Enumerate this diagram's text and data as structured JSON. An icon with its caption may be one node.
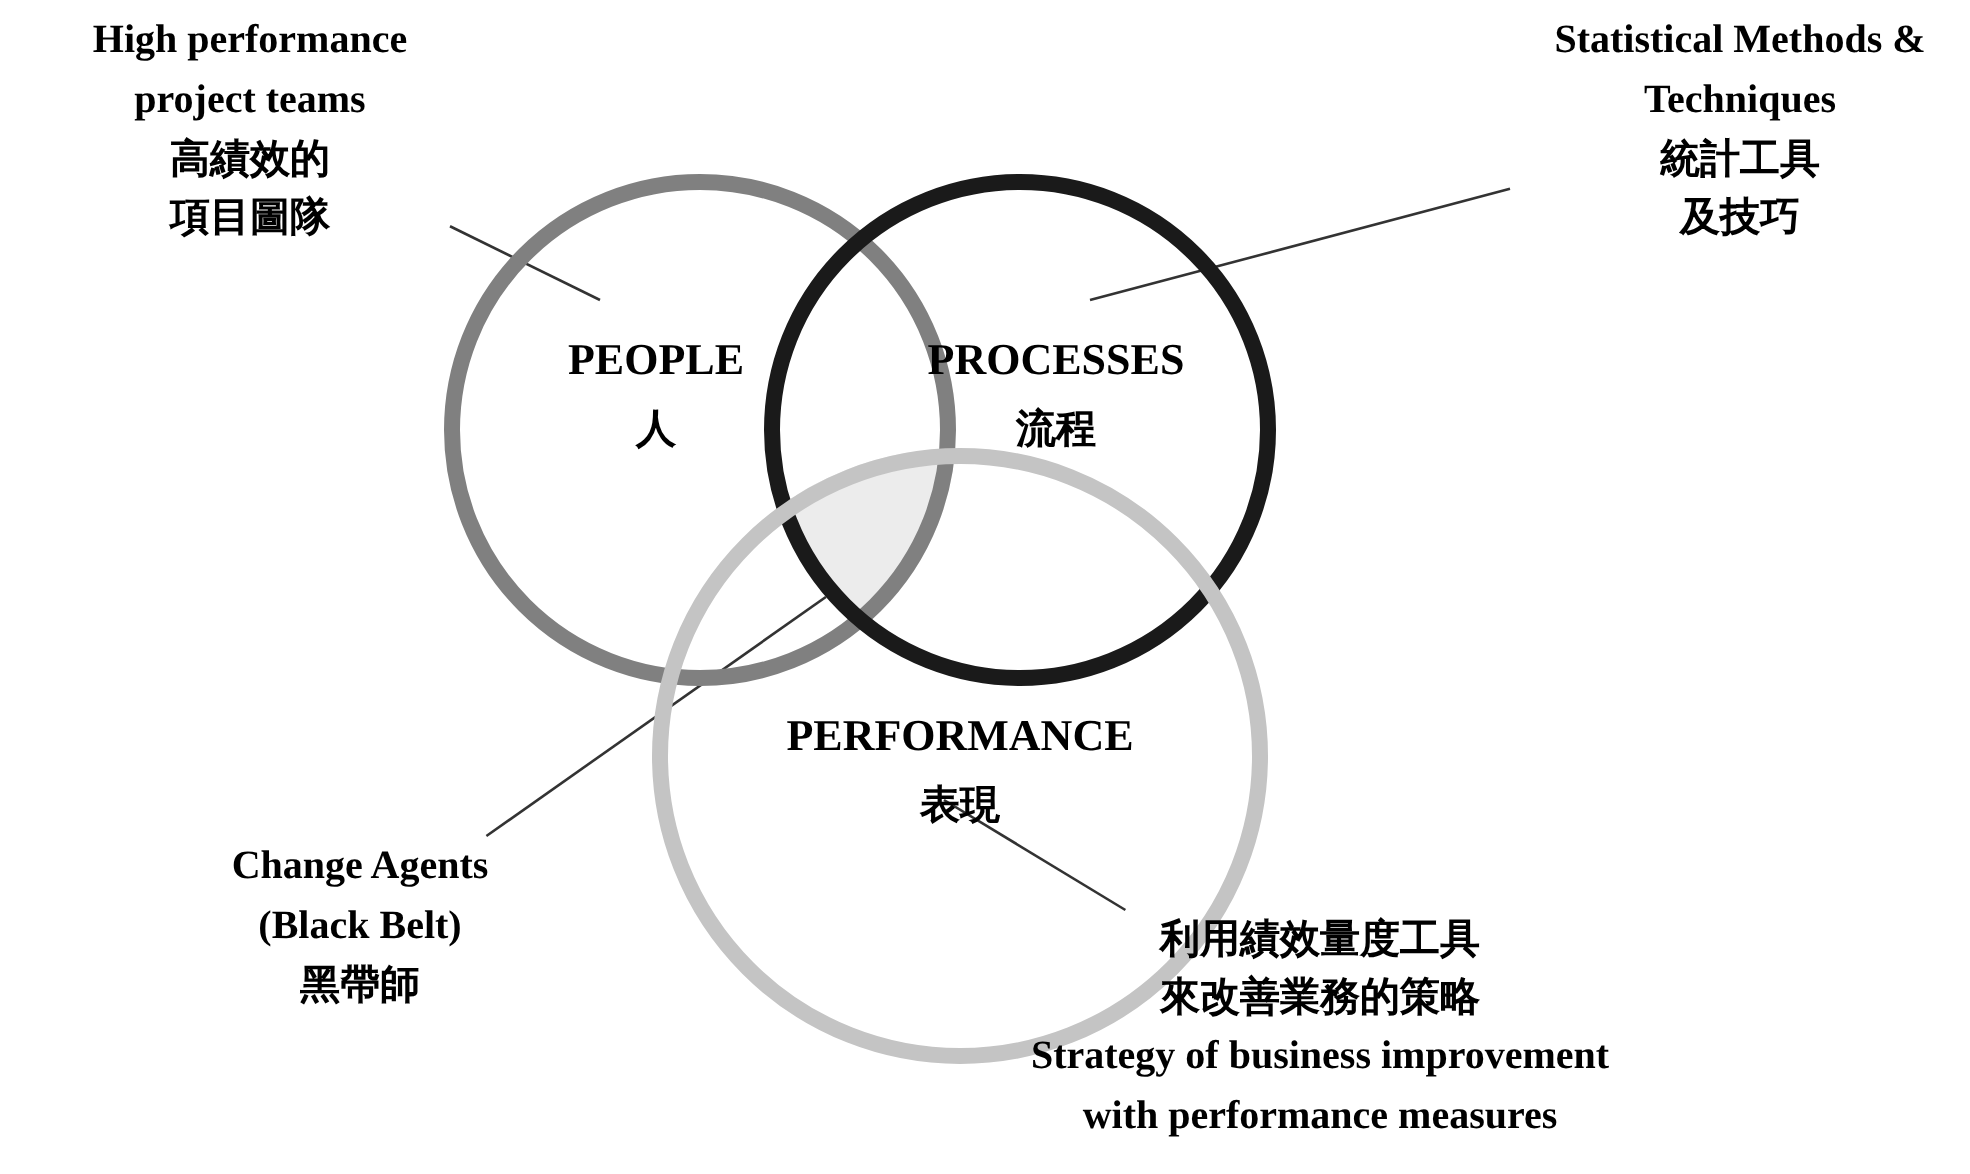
{
  "diagram": {
    "nodes": [
      {
        "text": [
          "PEOPLE",
          "人"
        ]
      },
      {
        "text": [
          "PROCESSES",
          "流程"
        ]
      },
      {
        "text": [
          "PERFORMANCE",
          "表現"
        ]
      },
      {
        "text": [
          "High performance project teams",
          "高績效的項目圖隊"
        ]
      },
      {
        "text": [
          "Statistical Methods & Techniques",
          "統計工具及技巧"
        ]
      },
      {
        "text": [
          "Change Agents (Black Belt)",
          "黑帶師"
        ]
      },
      {
        "text": [
          "利用績效量度工具來改善業務的策略",
          "Strategy of business improvement with performance measures"
        ]
      },
      {
        "text": [],
        "shape": "region"
      }
    ],
    "edges": [
      {
        "from": 3,
        "to": 0,
        "arrow": "none"
      },
      {
        "from": 4,
        "to": 1,
        "arrow": "none"
      },
      {
        "from": 5,
        "to": 7,
        "arrow": "none"
      },
      {
        "from": 6,
        "to": 2,
        "arrow": "none"
      }
    ]
  }
}
